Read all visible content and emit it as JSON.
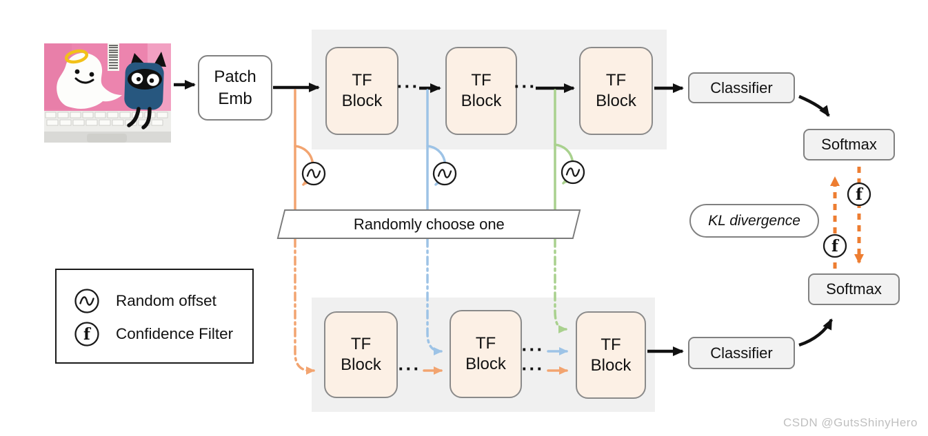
{
  "figure": {
    "nodes": {
      "patch_emb": "Patch\nEmb",
      "tf_block": "TF\nBlock",
      "classifier": "Classifier",
      "softmax": "Softmax"
    },
    "labels": {
      "kl_divergence": "KL divergence",
      "randomly_choose_one": "Randomly choose one",
      "ellipsis": "···"
    },
    "legend": {
      "random_offset": "Random offset",
      "confidence_filter": "Confidence Filter",
      "f_glyph": "f"
    },
    "watermark": "CSDN @GutsShinyHero",
    "colors": {
      "path-orange": "#F2A470",
      "path-blue": "#9DC3E6",
      "path-green": "#A9D18E",
      "kl-orange": "#ED7D31",
      "block-fill": "#FCF0E5",
      "panel-gray": "#F0F0F0",
      "node-gray": "#F2F2F2",
      "border-gray": "#808080"
    }
  }
}
